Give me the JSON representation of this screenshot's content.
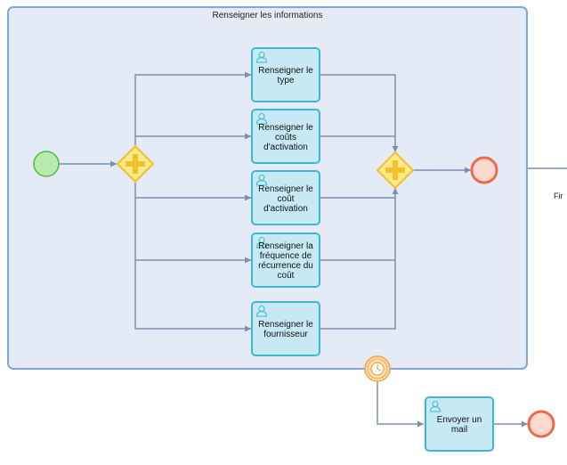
{
  "subprocess": {
    "title": "Renseigner les informations"
  },
  "tasks": [
    {
      "label": "Renseigner le type"
    },
    {
      "label": "Renseigner le coûts d'activation"
    },
    {
      "label": "Renseigner le coût d'activation"
    },
    {
      "label": "Renseigner la fréquence de récurrence du coût"
    },
    {
      "label": "Renseigner le fournisseur"
    },
    {
      "label": "Envoyer un mail"
    }
  ],
  "edge_label": "Fir",
  "colors": {
    "subprocess_fill": "#e4ebf7",
    "subprocess_stroke": "#7ea4e3",
    "task_fill": "#c6e9f3",
    "task_stroke": "#3fb7d4",
    "start_fill": "#b9eab0",
    "start_stroke": "#48c03c",
    "end_fill": "#ffd9cf",
    "end_stroke": "#f06a48",
    "gateway_fill": "#ffe98c",
    "gateway_stroke": "#f3c12a",
    "flow": "#7b8eae",
    "timer_stroke": "#f2a23c"
  },
  "icons": [
    "user-task-icon",
    "parallel-gateway-icon",
    "timer-event-icon"
  ]
}
